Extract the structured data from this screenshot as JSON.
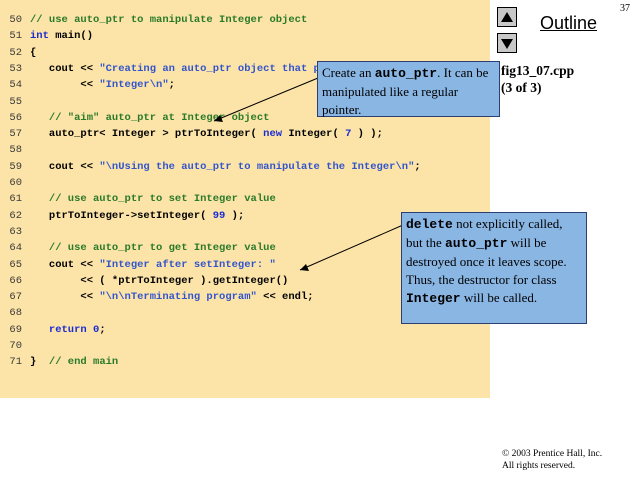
{
  "slide": {
    "page_number": "37",
    "outline_label": "Outline",
    "file_label": "fig13_07.cpp",
    "file_part": "(3 of 3)",
    "copyright_line1": "© 2003 Prentice Hall, Inc.",
    "copyright_line2": "All rights reserved."
  },
  "nav_icons": {
    "up": "triangle-up-icon",
    "down": "triangle-down-icon"
  },
  "code_lines": [
    {
      "num": "50",
      "segments": [
        {
          "c": "cmt",
          "t": "// use auto_ptr to manipulate Integer object"
        }
      ]
    },
    {
      "num": "51",
      "segments": [
        {
          "c": "kw",
          "t": "int"
        },
        {
          "c": "txt",
          "t": " main()"
        }
      ]
    },
    {
      "num": "52",
      "segments": [
        {
          "c": "txt",
          "t": "{"
        }
      ]
    },
    {
      "num": "53",
      "segments": [
        {
          "c": "txt",
          "t": "   cout << "
        },
        {
          "c": "str",
          "t": "\"Creating an auto_ptr object that points to an Integer\\n\""
        }
      ]
    },
    {
      "num": "54",
      "segments": [
        {
          "c": "txt",
          "t": "        << "
        },
        {
          "c": "str",
          "t": "\"Integer\\n\""
        },
        {
          "c": "txt",
          "t": ";"
        }
      ]
    },
    {
      "num": "55",
      "segments": []
    },
    {
      "num": "56",
      "segments": [
        {
          "c": "cmt",
          "t": "   // \"aim\" auto_ptr at Integer object"
        }
      ]
    },
    {
      "num": "57",
      "segments": [
        {
          "c": "txt",
          "t": "   auto_ptr< Integer > ptrToInteger( "
        },
        {
          "c": "kw",
          "t": "new"
        },
        {
          "c": "txt",
          "t": " Integer( "
        },
        {
          "c": "num",
          "t": "7"
        },
        {
          "c": "txt",
          "t": " ) );"
        }
      ]
    },
    {
      "num": "58",
      "segments": []
    },
    {
      "num": "59",
      "segments": [
        {
          "c": "txt",
          "t": "   cout << "
        },
        {
          "c": "str",
          "t": "\"\\nUsing the auto_ptr to manipulate the Integer\\n\""
        },
        {
          "c": "txt",
          "t": ";"
        }
      ]
    },
    {
      "num": "60",
      "segments": []
    },
    {
      "num": "61",
      "segments": [
        {
          "c": "cmt",
          "t": "   // use auto_ptr to set Integer value"
        }
      ]
    },
    {
      "num": "62",
      "segments": [
        {
          "c": "txt",
          "t": "   ptrToInteger->setInteger( "
        },
        {
          "c": "num",
          "t": "99"
        },
        {
          "c": "txt",
          "t": " );"
        }
      ]
    },
    {
      "num": "63",
      "segments": []
    },
    {
      "num": "64",
      "segments": [
        {
          "c": "cmt",
          "t": "   // use auto_ptr to get Integer value"
        }
      ]
    },
    {
      "num": "65",
      "segments": [
        {
          "c": "txt",
          "t": "   cout << "
        },
        {
          "c": "str",
          "t": "\"Integer after setInteger: \""
        }
      ]
    },
    {
      "num": "66",
      "segments": [
        {
          "c": "txt",
          "t": "        << ( *ptrToInteger ).getInteger()"
        }
      ]
    },
    {
      "num": "67",
      "segments": [
        {
          "c": "txt",
          "t": "        << "
        },
        {
          "c": "str",
          "t": "\"\\n\\nTerminating program\""
        },
        {
          "c": "txt",
          "t": " << endl;"
        }
      ]
    },
    {
      "num": "68",
      "segments": []
    },
    {
      "num": "69",
      "segments": [
        {
          "c": "txt",
          "t": "   "
        },
        {
          "c": "kw",
          "t": "return"
        },
        {
          "c": "txt",
          "t": " "
        },
        {
          "c": "num",
          "t": "0"
        },
        {
          "c": "txt",
          "t": ";"
        }
      ]
    },
    {
      "num": "70",
      "segments": []
    },
    {
      "num": "71",
      "segments": [
        {
          "c": "txt",
          "t": "}  "
        },
        {
          "c": "cmt",
          "t": "// end main"
        }
      ]
    }
  ],
  "callout1": {
    "part1": "Create an ",
    "code1": "auto_ptr",
    "part2": ". It can be manipulated like a regular pointer."
  },
  "callout2": {
    "code1": "delete",
    "part1": " not explicitly called, but the ",
    "code2": "auto_ptr",
    "part2": " will be destroyed once it leaves scope. Thus, the destructor for class ",
    "code3": "Integer",
    "part3": " will be called."
  },
  "colors": {
    "code_background": "#fce4a8",
    "comment": "#2a7a2a",
    "string": "#3355cc",
    "keyword": "#1a2bd0",
    "callout_fill": "#8ab6e4",
    "callout_border": "#2d3f72"
  }
}
